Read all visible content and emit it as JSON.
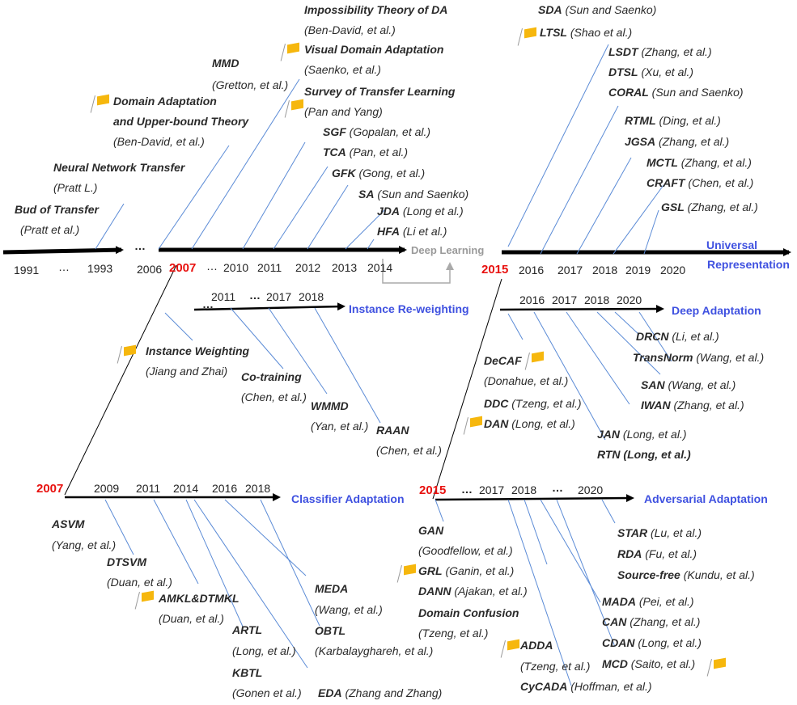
{
  "colors": {
    "accent_year": "#e8110f",
    "branch": "#3f51e0",
    "line": "#5b8bd6",
    "flag": "#f6b70d",
    "deep_learning": "#9a9a9a"
  },
  "icons": [
    "flag-icon",
    "arrow-right-icon"
  ],
  "years": {
    "main": [
      "1991",
      "…",
      "1993",
      "2006",
      "2007",
      "…",
      "2010",
      "2011",
      "2012",
      "2013",
      "2014"
    ],
    "main2": [
      "2015",
      "2016",
      "2017",
      "2018",
      "2019",
      "2020"
    ],
    "reweight": [
      "…",
      "2011",
      "…",
      "2017",
      "2018"
    ],
    "deepadapt": [
      "2016",
      "2017",
      "2018",
      "2020"
    ],
    "classifier": [
      "2007",
      "2009",
      "2011",
      "2014",
      "2016",
      "2018"
    ],
    "adversarial": [
      "2015",
      "…",
      "2017",
      "2018",
      "…",
      "2020"
    ],
    "ellipsis_main": "…"
  },
  "branches": {
    "universal": "Universal",
    "representation": "Representation",
    "reweighting": "Instance Re-weighting",
    "deep": "Deep Adaptation",
    "classifier": "Classifier Adaptation",
    "adversarial": "Adversarial Adaptation",
    "deep_learning": "Deep Learning"
  },
  "items": {
    "bud": [
      "Bud of Transfer",
      "(Pratt et al.)"
    ],
    "nnt": [
      "Neural Network Transfer",
      "(Pratt L.)"
    ],
    "dau": [
      "Domain Adaptation",
      "and Upper-bound Theory",
      "(Ben-David, et al.)"
    ],
    "mmd": [
      "MMD",
      "(Gretton, et al.)"
    ],
    "imp": [
      "Impossibility Theory of DA",
      "(Ben-David, et al.)"
    ],
    "vda": [
      "Visual Domain Adaptation",
      "(Saenko, et al.)"
    ],
    "stl": [
      "Survey of Transfer Learning",
      "(Pan and Yang)"
    ],
    "sgf": [
      "SGF",
      " (Gopalan, et al.)"
    ],
    "tca": [
      "TCA",
      " (Pan, et al.)"
    ],
    "gfk": [
      "GFK",
      " (Gong, et al.)"
    ],
    "sa": [
      "SA",
      " (Sun and Saenko)"
    ],
    "jda": [
      "JDA",
      " (Long et al.)"
    ],
    "hfa": [
      "HFA",
      " (Li et al.)"
    ],
    "sda": [
      "SDA",
      " (Sun and Saenko)"
    ],
    "ltsl": [
      "LTSL",
      " (Shao et al.)"
    ],
    "lsdt": [
      "LSDT",
      " (Zhang, et al.)"
    ],
    "dtsl": [
      "DTSL",
      " (Xu, et al.)"
    ],
    "coral": [
      "CORAL",
      " (Sun and Saenko)"
    ],
    "rtml": [
      "RTML",
      " (Ding, et al.)"
    ],
    "jgsa": [
      "JGSA",
      " (Zhang, et al.)"
    ],
    "mctl": [
      "MCTL",
      " (Zhang, et al.)"
    ],
    "craft": [
      "CRAFT",
      " (Chen, et al.)"
    ],
    "gsl": [
      "GSL",
      " (Zhang, et al.)"
    ],
    "iw": [
      "Instance Weighting",
      "(Jiang and Zhai)"
    ],
    "cot": [
      "Co-training",
      "(Chen, et al.)"
    ],
    "wmmd": [
      "WMMD",
      "(Yan, et al.)"
    ],
    "raan": [
      "RAAN",
      "(Chen, et al.)"
    ],
    "decaf": [
      "DeCAF",
      "(Donahue, et al.)"
    ],
    "ddc": [
      "DDC",
      " (Tzeng, et al.)"
    ],
    "dan": [
      "DAN",
      " (Long, et al.)"
    ],
    "drcn": [
      "DRCN",
      " (Li, et al.)"
    ],
    "transnorm": [
      "TransNorm",
      " (Wang, et al.)"
    ],
    "san": [
      "SAN",
      " (Wang, et al.)"
    ],
    "iwan": [
      "IWAN",
      " (Zhang, et al.)"
    ],
    "jan": [
      "JAN",
      " (Long, et al.)"
    ],
    "rtn": [
      "RTN",
      " (Long, et al.)"
    ],
    "asvm": [
      "ASVM",
      "(Yang, et al.)"
    ],
    "dtsvm": [
      "DTSVM",
      "(Duan, et al.)"
    ],
    "amkl": [
      "AMKL&DTMKL",
      "(Duan, et al.)"
    ],
    "artl": [
      "ARTL",
      "(Long, et al.)"
    ],
    "kbtl": [
      "KBTL",
      "(Gonen et al.)"
    ],
    "meda": [
      "MEDA",
      "(Wang, et al.)"
    ],
    "obtl": [
      "OBTL",
      "(Karbalayghareh, et al.)"
    ],
    "eda": [
      "EDA",
      " (Zhang and Zhang)"
    ],
    "gan": [
      "GAN",
      "(Goodfellow, et al.)"
    ],
    "grl": [
      "GRL",
      " (Ganin, et al.)"
    ],
    "dann": [
      "DANN",
      " (Ajakan, et al.)"
    ],
    "dc": [
      "Domain Confusion",
      "(Tzeng, et al.)"
    ],
    "adda": [
      "ADDA",
      "(Tzeng, et al.)"
    ],
    "cycada": [
      "CyCADA",
      " (Hoffman, et al.)"
    ],
    "star": [
      "STAR",
      " (Lu, et al.)"
    ],
    "rda": [
      "RDA",
      " (Fu, et al.)"
    ],
    "sf": [
      "Source-free",
      " (Kundu, et al.)"
    ],
    "mada": [
      "MADA",
      " (Pei, et al.)"
    ],
    "can": [
      "CAN",
      " (Zhang, et al.)"
    ],
    "cdan": [
      "CDAN",
      " (Long, et al.)"
    ],
    "mcd": [
      "MCD",
      " (Saito, et al.)"
    ]
  }
}
